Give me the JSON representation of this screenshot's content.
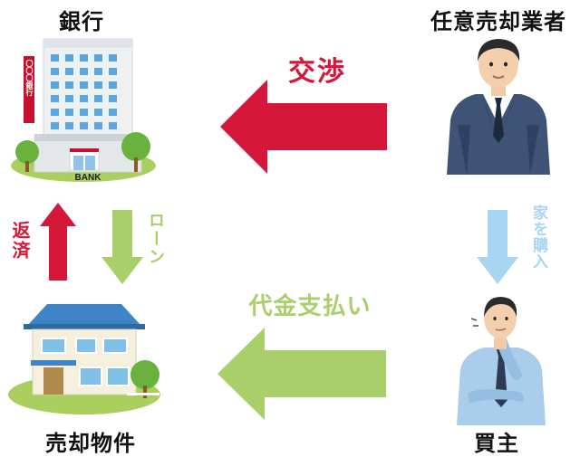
{
  "nodes": {
    "bank": {
      "label": "銀行",
      "sign": "BANK",
      "side_sign": "〇〇〇銀行"
    },
    "agent": {
      "label": "任意売却業者"
    },
    "property": {
      "label": "売却物件"
    },
    "buyer": {
      "label": "買主"
    }
  },
  "edges": {
    "negotiation": {
      "label": "交渉",
      "color": "#d5173a"
    },
    "loan": {
      "label": "ローン",
      "color": "#a8cf6a"
    },
    "repayment": {
      "label": "返済",
      "color": "#d5173a"
    },
    "purchase": {
      "label": "家を購入",
      "color": "#a7d5f2"
    },
    "payment": {
      "label": "代金支払い",
      "color": "#a8cf6a"
    }
  },
  "colors": {
    "red": "#d5173a",
    "green": "#a8cf6a",
    "light_blue": "#a7d5f2",
    "suit": "#3e5376",
    "grass": "#a9cf5e"
  }
}
